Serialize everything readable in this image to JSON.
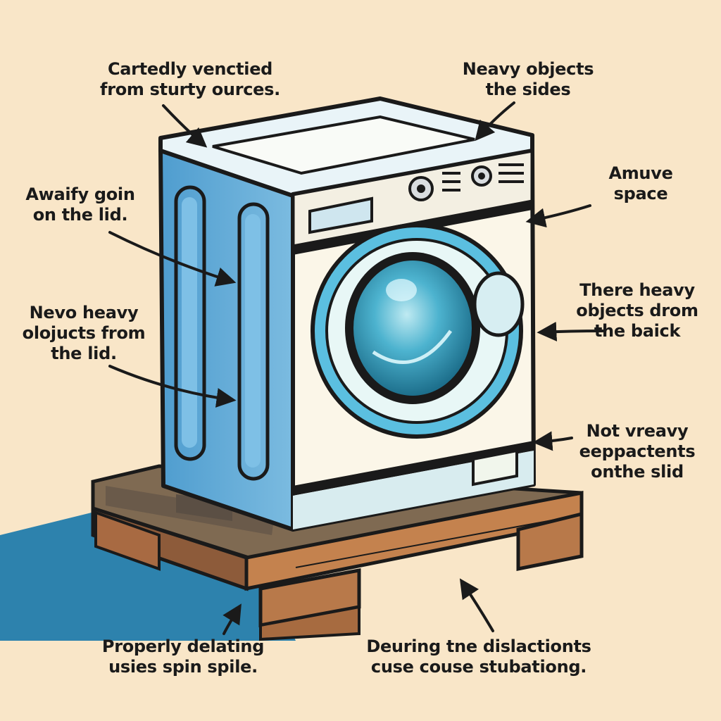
{
  "annotations": {
    "top_left": "Cartedly venctied\nfrom sturty ources.",
    "top_right": "Neavy objects\nthe sides",
    "left_1": "Awaify goin\non the lid.",
    "left_2": "Nevo heavy\nolojucts from\nthe lid.",
    "right_1": "Amuve\nspace",
    "right_2": "There heavy\nobjects drom\nthe baick",
    "right_3": "Not vreavy\neeppactents\nonthe slid",
    "bottom_left": "Properly delating\nusies spin spile.",
    "bottom_right": "Deuring tne dislactionts\ncuse couse stubationg."
  },
  "icons": {
    "washing_machine": "washing-machine-icon",
    "pallet": "wooden-pallet-icon"
  },
  "colors": {
    "background": "#f9e6c8",
    "machine_side": "#5aa6d6",
    "machine_front": "#fbf6e8",
    "drum": "#2f94b5",
    "wood": "#b9784a",
    "shadow": "#2d7fa8",
    "outline": "#1a1a1a"
  }
}
